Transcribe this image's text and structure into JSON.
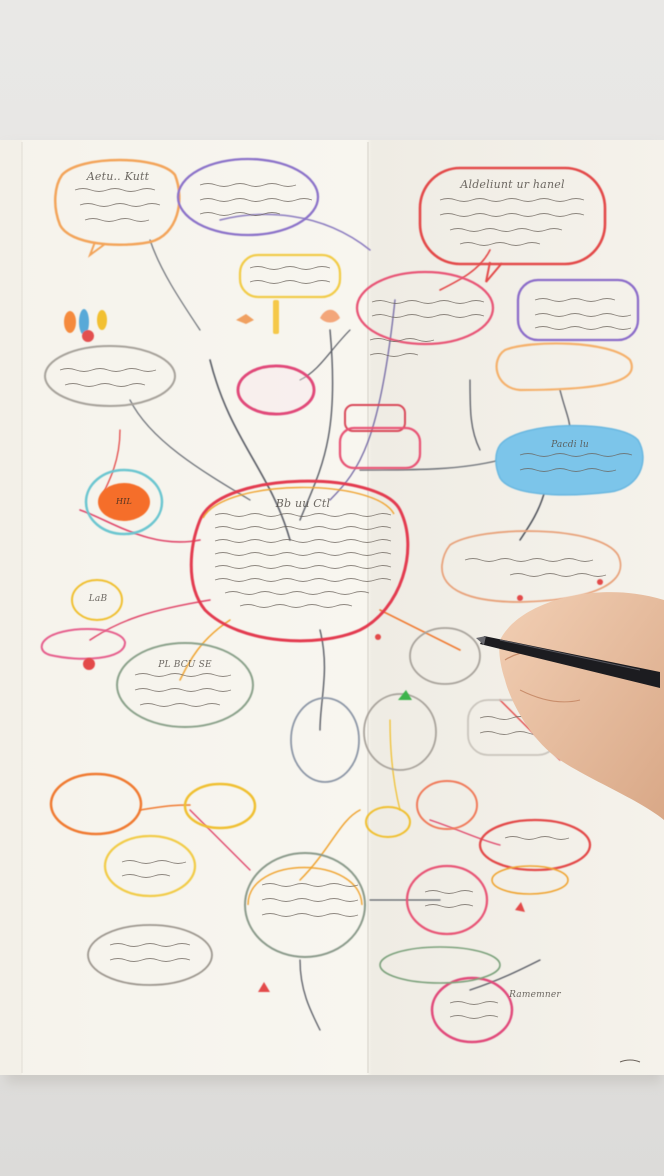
{
  "scene": {
    "description_colors": {
      "paper": "#f6f3ec",
      "background": "#e6e5e3",
      "pen_body": "#1c1c20",
      "skin": "#e9bf9f"
    },
    "visible_text": {
      "central_node": "Bb uu Ctl",
      "top_left_node": "Aetu.. Kutt",
      "top_right_node": "Aldeliunt  ur  hanel",
      "blue_node": "Pacdi  lu",
      "orange_dot": "HIL",
      "small_node_left": "LaB",
      "node_ptm": "PL  BCU SE",
      "node_bottom_right": "Ramemner"
    }
  }
}
